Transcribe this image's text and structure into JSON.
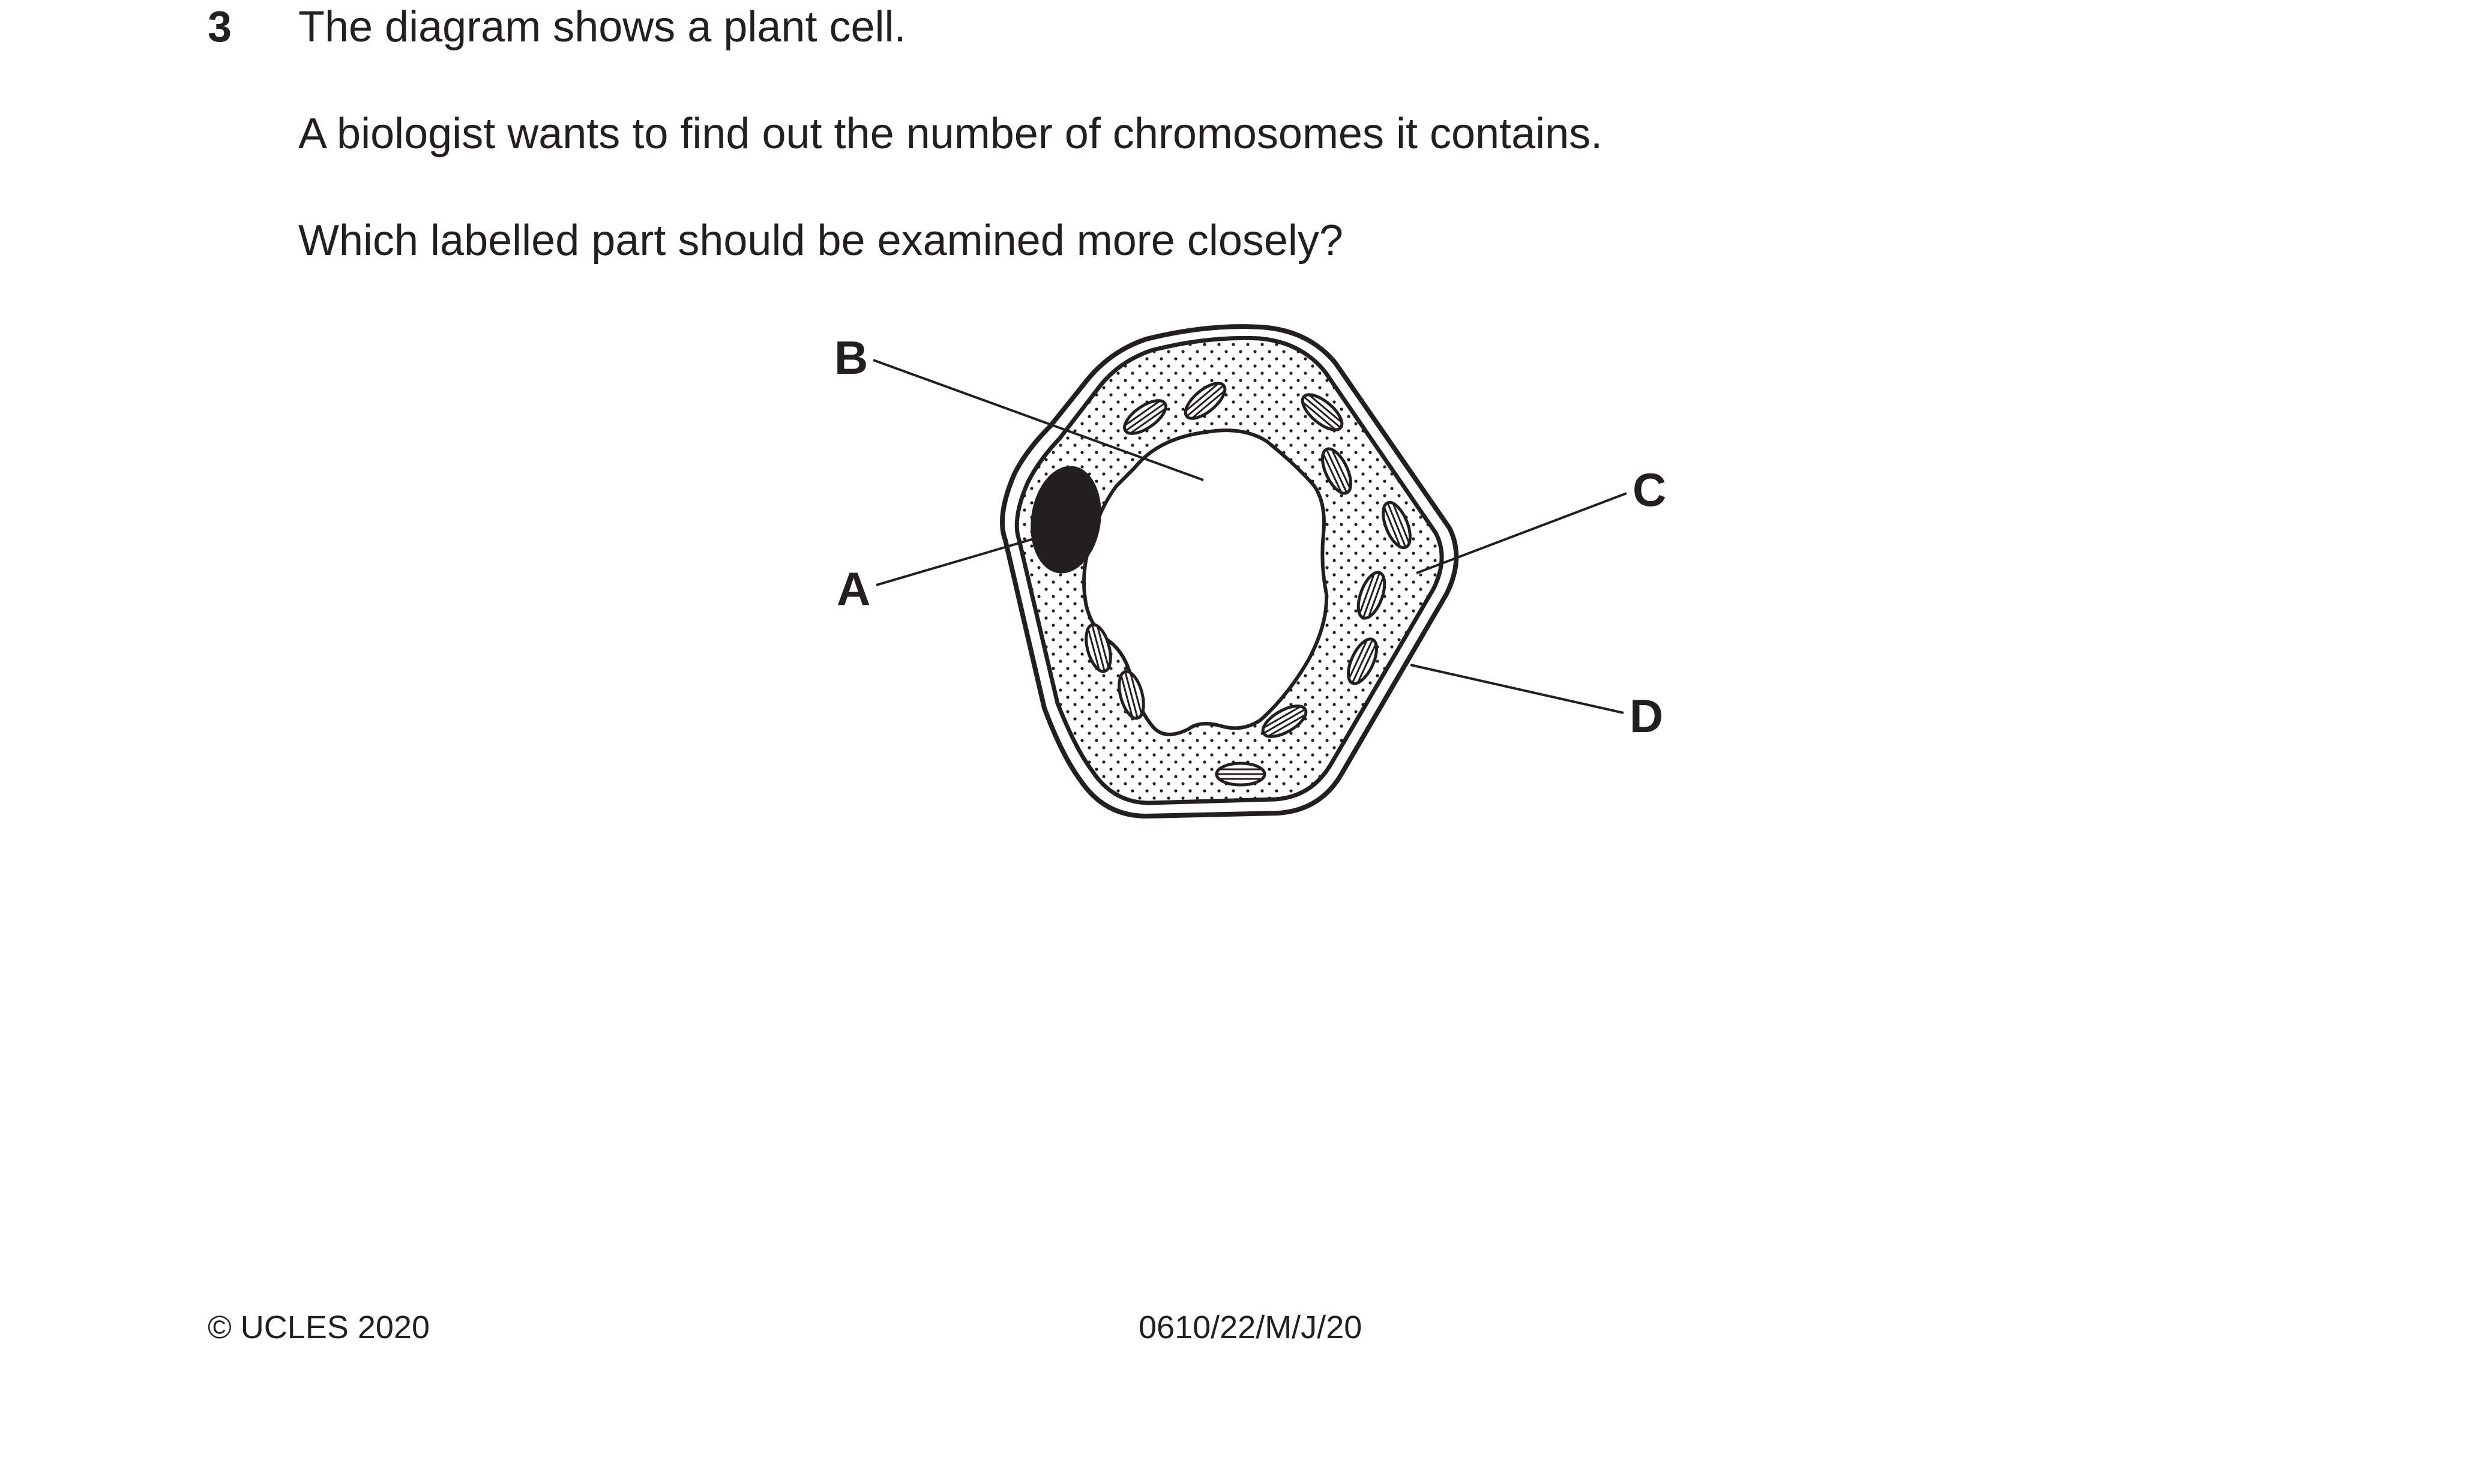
{
  "question": {
    "number": "3",
    "lines": [
      "The diagram shows a plant cell.",
      "A biologist wants to find out the number of chromosomes it contains.",
      "Which labelled part should be examined more closely?"
    ]
  },
  "diagram": {
    "labels": {
      "a": "A",
      "b": "B",
      "c": "C",
      "d": "D"
    },
    "colors": {
      "ink": "#231f20",
      "background": "#ffffff"
    }
  },
  "footer": {
    "copyright": "© UCLES 2020",
    "code": "0610/22/M/J/20"
  }
}
